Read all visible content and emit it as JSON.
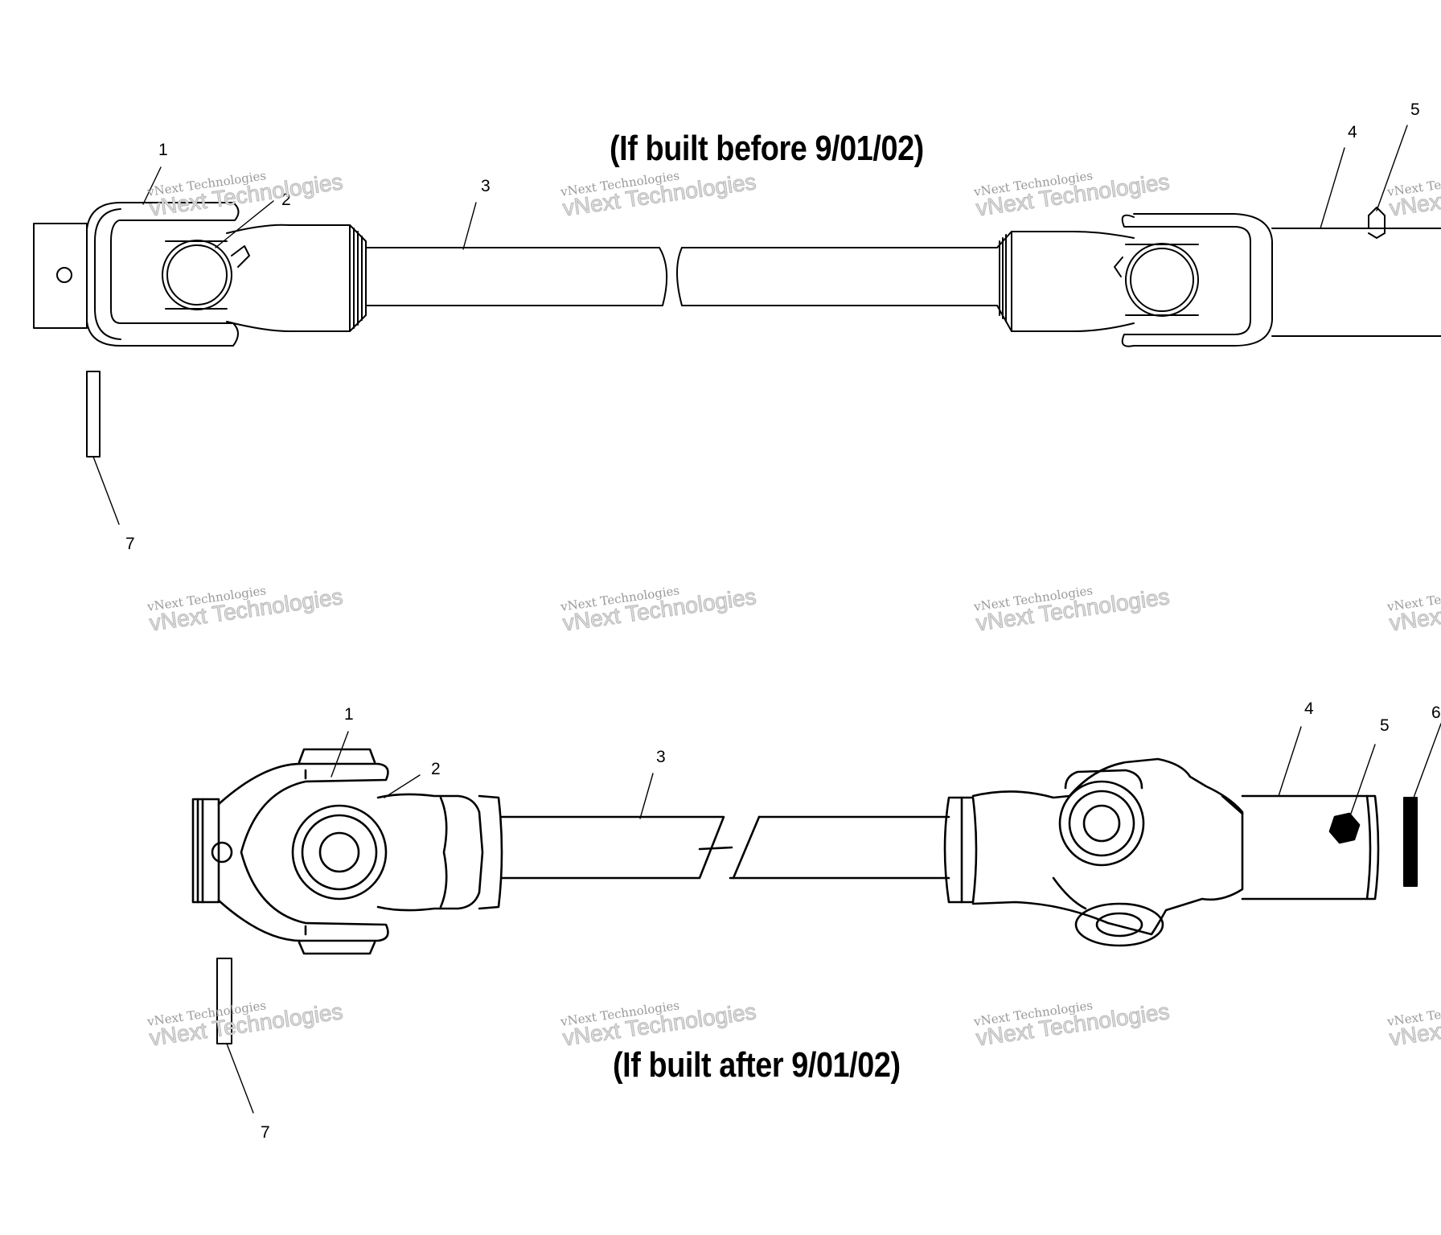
{
  "diagram": {
    "top_title": "(If built before 9/01/02)",
    "bottom_title": "(If built after 9/01/02)",
    "top_callouts": [
      "1",
      "2",
      "3",
      "4",
      "5",
      "7"
    ],
    "bottom_callouts": [
      "1",
      "2",
      "3",
      "4",
      "5",
      "6",
      "7"
    ],
    "watermark": {
      "line1": "vNext Technologies",
      "line2": "vNext Technologies"
    }
  }
}
